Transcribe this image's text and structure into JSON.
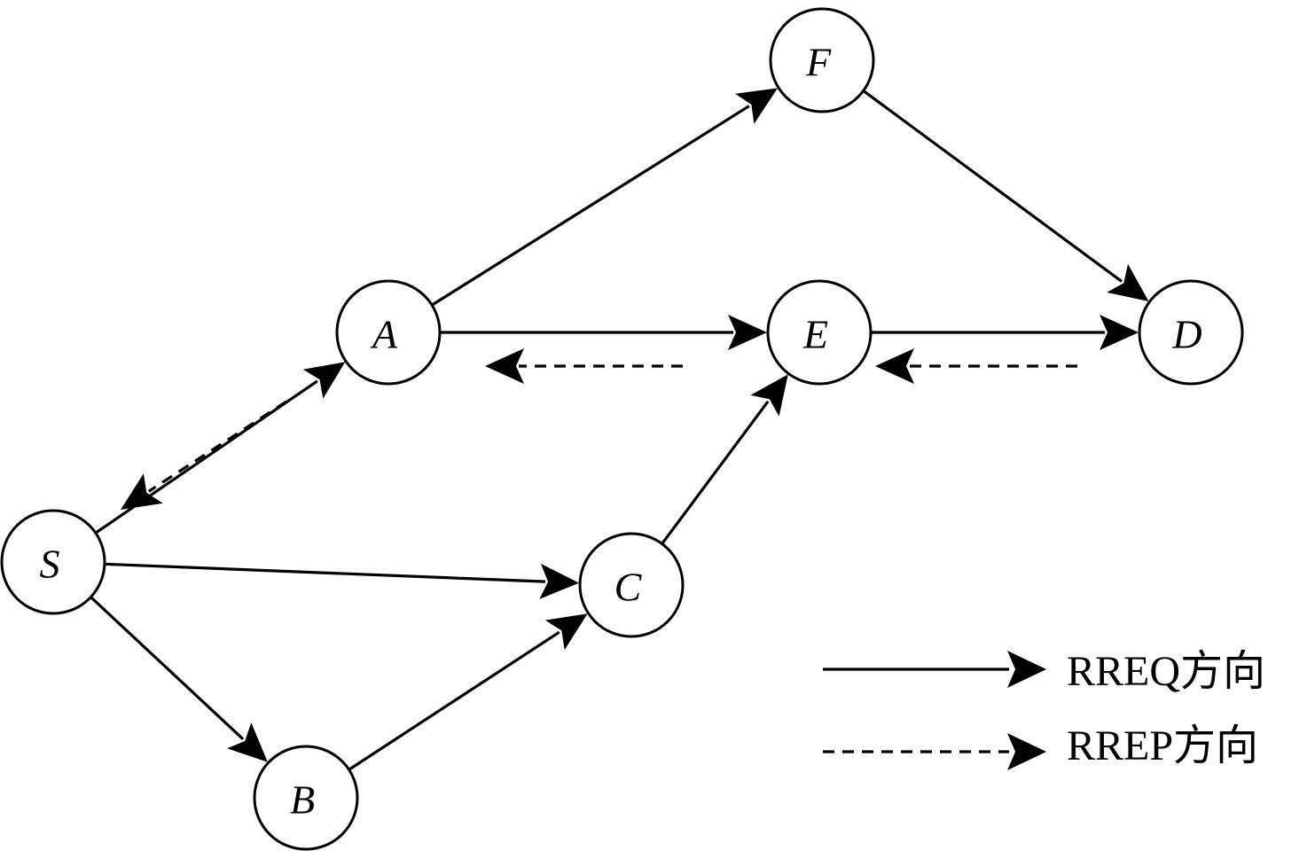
{
  "colors": {
    "stroke": "#000000",
    "background": "#ffffff"
  },
  "nodes": [
    {
      "id": "S",
      "label": "S"
    },
    {
      "id": "A",
      "label": "A"
    },
    {
      "id": "B",
      "label": "B"
    },
    {
      "id": "C",
      "label": "C"
    },
    {
      "id": "E",
      "label": "E"
    },
    {
      "id": "F",
      "label": "F"
    },
    {
      "id": "D",
      "label": "D"
    }
  ],
  "edges": [
    {
      "from": "S",
      "to": "A",
      "style": "solid"
    },
    {
      "from": "S",
      "to": "C",
      "style": "solid"
    },
    {
      "from": "S",
      "to": "B",
      "style": "solid"
    },
    {
      "from": "A",
      "to": "F",
      "style": "solid"
    },
    {
      "from": "A",
      "to": "E",
      "style": "solid"
    },
    {
      "from": "F",
      "to": "D",
      "style": "solid"
    },
    {
      "from": "E",
      "to": "D",
      "style": "solid"
    },
    {
      "from": "B",
      "to": "C",
      "style": "solid"
    },
    {
      "from": "C",
      "to": "E",
      "style": "solid"
    },
    {
      "from": "D",
      "to": "E",
      "style": "dashed"
    },
    {
      "from": "E",
      "to": "A",
      "style": "dashed"
    },
    {
      "from": "A",
      "to": "S",
      "style": "dashed"
    }
  ],
  "legend": {
    "rreq": {
      "label": "RREQ方向",
      "style": "solid"
    },
    "rrep": {
      "label": "RREP方向",
      "style": "dashed"
    }
  }
}
